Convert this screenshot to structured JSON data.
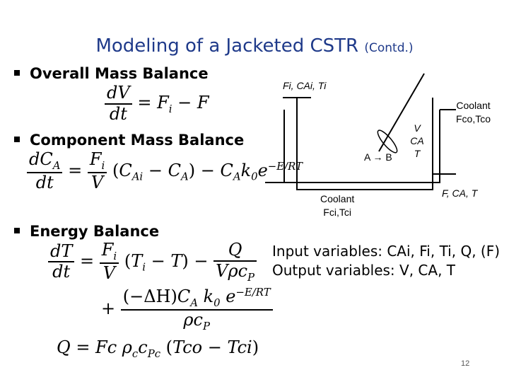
{
  "title": {
    "main": "Modeling of a Jacketed CSTR",
    "sub": "(Contd.)"
  },
  "sections": {
    "overall": "Overall Mass Balance",
    "component": "Component Mass Balance",
    "energy": "Energy Balance"
  },
  "diagram": {
    "inlet": "Fi, CAi, Ti",
    "reaction": "A → B",
    "tank_vars": [
      "V",
      "CA",
      "T"
    ],
    "coolant_out": [
      "Coolant",
      "Fco,Tco"
    ],
    "coolant_in": [
      "Coolant",
      "Fci,Tci"
    ],
    "outlet": "F, CA, T"
  },
  "variables": {
    "input": "Input variables: CAi, Fi, Ti, Q, (F)",
    "output": "Output variables: V, CA, T"
  },
  "page_number": "12"
}
